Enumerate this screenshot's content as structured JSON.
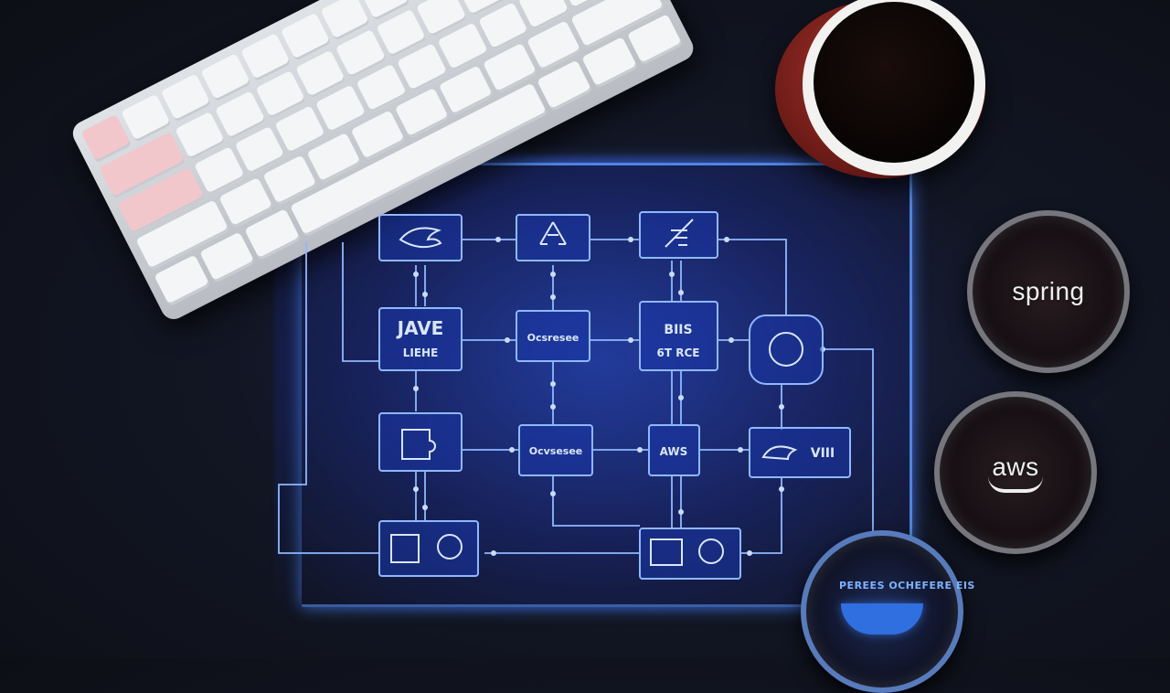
{
  "diagram": {
    "node_java_line1": "JAVE",
    "node_java_line2": "LIEHE",
    "node_center_top": "Ocsresee",
    "node_right_top_line1": "BIIS",
    "node_right_top_line2": "6T RCE",
    "node_mid_bottom": "Ocvsesee",
    "node_aws": "AWS",
    "node_right_bottom": "VIII",
    "docker_text": "PEREES OCHEFERE EIS"
  },
  "jars": {
    "spring_label": "spring",
    "aws_label": "aws"
  },
  "colors": {
    "glow_blue": "#8fb8ff",
    "board_blue": "#2a4fd8",
    "cup_red": "#a8322b",
    "background": "#121624"
  },
  "icons": [
    "keyboard",
    "coffee-cup",
    "flowchart-diagram",
    "spring-jar",
    "aws-jar",
    "docker-jar"
  ]
}
